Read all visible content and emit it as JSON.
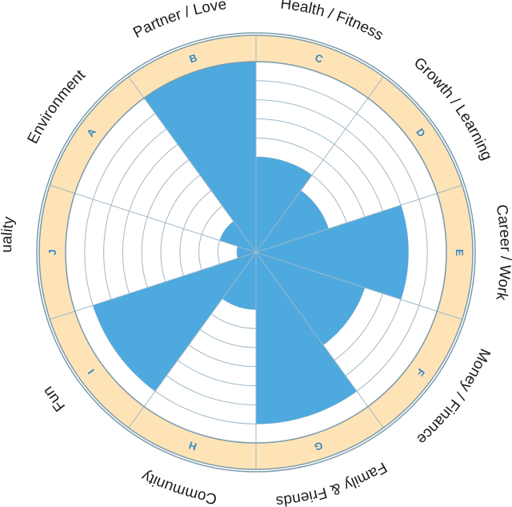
{
  "chart_data": {
    "type": "radial-bar",
    "rings": 10,
    "colors": {
      "fill": "#4ea9df",
      "band": "#fde3b6",
      "outline": "#7a9aac",
      "grid": "#9fb8c6",
      "letter": "#3b86c6"
    },
    "segments": [
      {
        "letter": "A",
        "label": "Environment",
        "value": 2
      },
      {
        "letter": "B",
        "label": "Partner / Love",
        "value": 10
      },
      {
        "letter": "C",
        "label": "Health / Fitness",
        "value": 5
      },
      {
        "letter": "D",
        "label": "Growth / Learning",
        "value": 4
      },
      {
        "letter": "E",
        "label": "Career / Work",
        "value": 8
      },
      {
        "letter": "F",
        "label": "Money / Finance",
        "value": 6
      },
      {
        "letter": "G",
        "label": "Family & Friends",
        "value": 9
      },
      {
        "letter": "H",
        "label": "Community",
        "value": 3
      },
      {
        "letter": "I",
        "label": "Fun",
        "value": 9
      },
      {
        "letter": "J",
        "label": "Spirituality",
        "value": 1
      }
    ]
  }
}
